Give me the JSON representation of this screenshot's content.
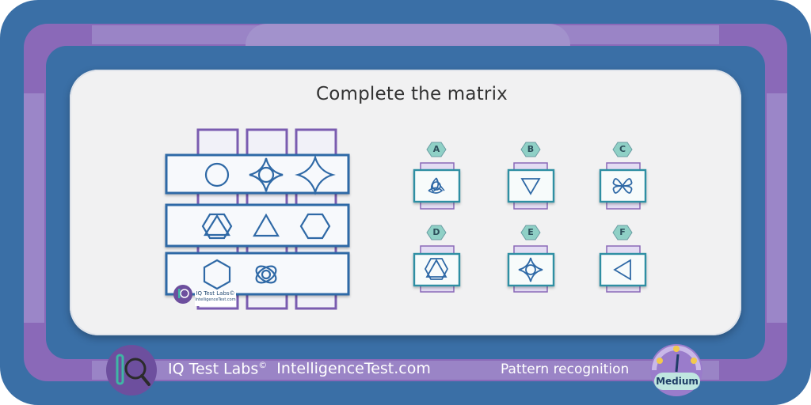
{
  "title": "Complete the matrix",
  "brand": {
    "name": "IQ Test Labs",
    "copyright": "©",
    "website": "IntelligenceTest.com",
    "watermark_name": "IQ Test Labs",
    "watermark_copyright": "©",
    "watermark_site": "IntelligenceTest.com"
  },
  "category": "Pattern recognition",
  "difficulty": "Medium",
  "matrix": {
    "rows": [
      [
        "circle",
        "circle-in-diamond",
        "concave-diamond"
      ],
      [
        "triangle-in-hexagon",
        "triangle",
        "hexagon"
      ],
      [
        "hexagon",
        "flower-in-ellipse",
        "missing"
      ]
    ]
  },
  "options": [
    {
      "label": "A",
      "shape": "triquetra"
    },
    {
      "label": "B",
      "shape": "triangle-down"
    },
    {
      "label": "C",
      "shape": "four-petal"
    },
    {
      "label": "D",
      "shape": "triangle-in-hexagon"
    },
    {
      "label": "E",
      "shape": "circle-in-diamond"
    },
    {
      "label": "F",
      "shape": "triangle-left"
    }
  ],
  "colors": {
    "frame_blue": "#3a6fa6",
    "frame_purple": "#8a69b8",
    "panel_bg": "#f1f1f2",
    "matrix_border": "#2f69a6",
    "option_border": "#2ea39a",
    "shape_stroke": "#2f69a6",
    "label_hex": "#8fd0c6"
  }
}
